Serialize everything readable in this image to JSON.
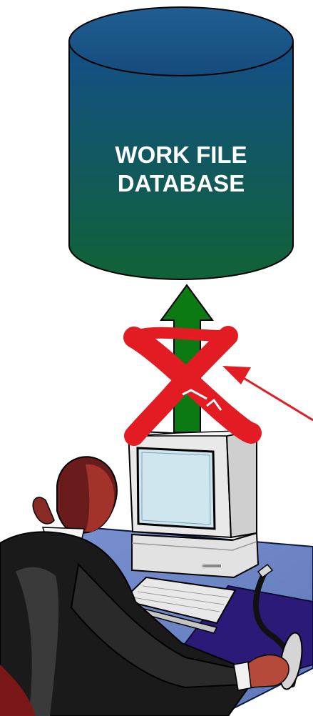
{
  "database": {
    "label_line1": "WORK FILE",
    "label_line2": "DATABASE",
    "colors": {
      "top": "#1f4f84",
      "body_top": "#124f88",
      "body_bottom": "#116237"
    }
  },
  "arrow": {
    "color": "#0b7a12",
    "status": "blocked"
  },
  "block_mark": {
    "icon": "red-x-icon",
    "color": "#e31b23"
  },
  "pointer_arrow": {
    "icon": "red-pointer-arrow-icon",
    "color": "#e31b23"
  },
  "workstation": {
    "icon": "computer-user-icon",
    "screen_color": "#cfe6ee",
    "desk_color": "#6f86c6",
    "mousepad_color": "#2b1a78"
  }
}
